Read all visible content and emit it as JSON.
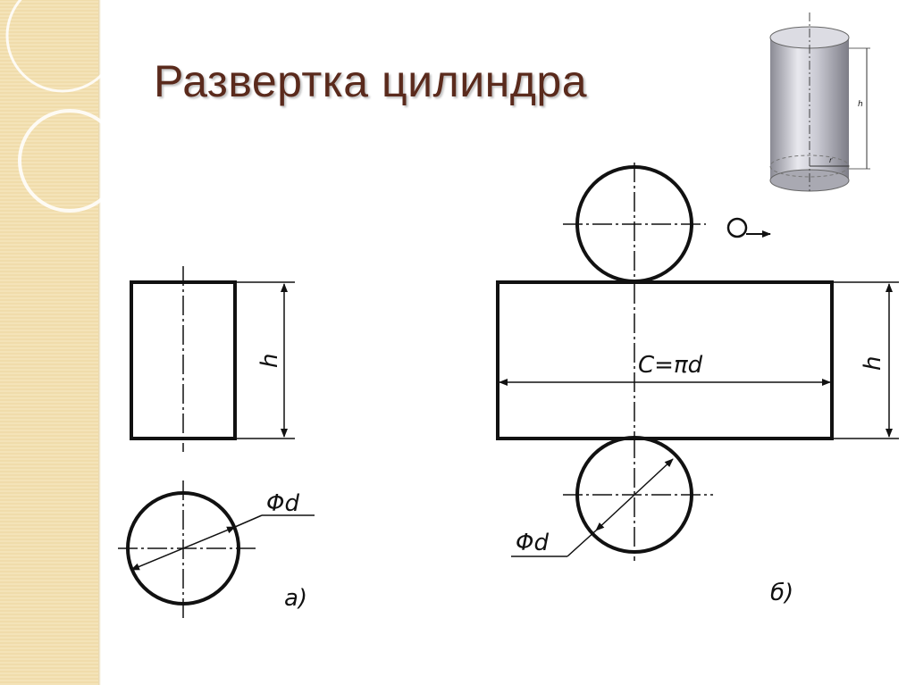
{
  "slide": {
    "title": "Развертка цилиндра"
  },
  "thumbnail": {
    "height_label": "h",
    "radius_label": "r"
  },
  "view_a": {
    "height_label": "h",
    "diameter_label": "Φd",
    "caption": "а)"
  },
  "view_b": {
    "circumference_label": "C=πd",
    "height_label": "h",
    "diameter_label": "Φd",
    "caption": "б)"
  },
  "colors": {
    "title": "#5a2a1c",
    "side_band": "#f4e3b8",
    "line": "#111111"
  }
}
